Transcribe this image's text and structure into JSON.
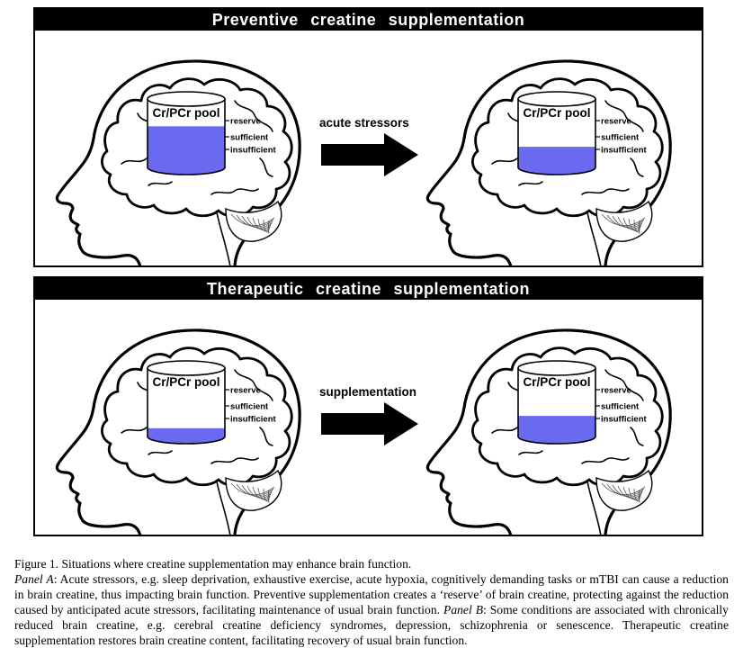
{
  "panels": {
    "a": {
      "title": "Preventive creatine supplementation",
      "arrow_label": "acute stressors",
      "before_fill": 0.6,
      "after_fill": 0.3
    },
    "b": {
      "title": "Therapeutic creatine supplementation",
      "arrow_label": "supplementation",
      "before_fill": 0.12,
      "after_fill": 0.3
    }
  },
  "pool": {
    "label": "Cr/PCr pool",
    "levels": [
      "reserve",
      "sufficient",
      "insufficient"
    ],
    "fill_color": "#6a6af0"
  },
  "caption": {
    "figure_line": "Figure 1. Situations where creatine supplementation may enhance brain function.",
    "panel_a_label": "Panel A",
    "panel_a_text": ": Acute stressors, e.g. sleep deprivation, exhaustive exercise, acute hypoxia, cognitively demanding tasks or mTBI can cause a reduction in brain creatine, thus impacting brain function. Preventive supplementation creates a ‘reserve’ of brain creatine, protecting against the reduction caused by anticipated acute stressors, facilitating maintenance of usual brain function. ",
    "panel_b_label": "Panel B",
    "panel_b_text": ": Some conditions are associated with chronically reduced brain creatine, e.g. cerebral creatine deficiency syndromes, depression, schizophrenia or senescence. Therapeutic creatine supplementation restores brain creatine content, facilitating recovery of usual brain function."
  }
}
